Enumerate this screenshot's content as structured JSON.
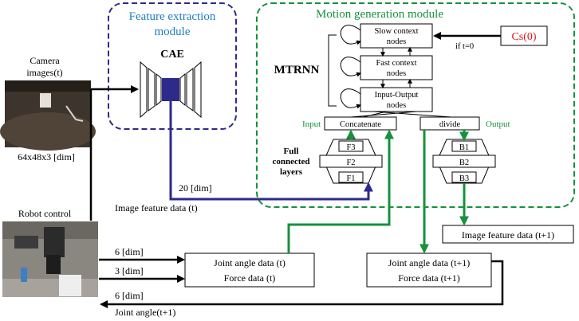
{
  "colors": {
    "feature_module_border": "#2e2a8c",
    "motion_module_border": "#16913c",
    "module_title_blue": "#1f7fbf",
    "module_title_green": "#16913c",
    "green_arrow": "#16913c",
    "blue_arrow": "#2e2a8c",
    "cs_text": "#e0161b"
  },
  "feature_module": {
    "title_line1": "Feature extraction",
    "title_line2": "module",
    "cae_label": "CAE"
  },
  "motion_module": {
    "title": "Motion generation module",
    "mtrnn_label": "MTRNN",
    "slow_line1": "Slow context",
    "slow_line2": "nodes",
    "fast_line1": "Fast context",
    "fast_line2": "nodes",
    "io_line1": "Input-Output",
    "io_line2": "nodes",
    "cs_label": "Cs(0)",
    "if_label": "if t=0",
    "input_label": "Input",
    "output_label": "Output",
    "concatenate": "Concatenate",
    "divide": "divide",
    "fc_line1": "Full",
    "fc_line2": "connected",
    "fc_line3": "layers",
    "f_layers": [
      "F3",
      "F2",
      "F1"
    ],
    "b_layers": [
      "B1",
      "B2",
      "B3"
    ]
  },
  "camera": {
    "label_line1": "Camera",
    "label_line2": "images(t)",
    "dim": "64x48x3 [dim]"
  },
  "robot": {
    "label": "Robot control"
  },
  "flows": {
    "image_dim": "20 [dim]",
    "image_feature_t": "Image feature data (t)",
    "joint_dim": "6 [dim]",
    "force_dim": "3 [dim]",
    "joint_t": "Joint angle data (t)",
    "force_t": "Force data (t)",
    "joint_t1": "Joint angle data (t+1)",
    "force_t1": "Force data (t+1)",
    "image_feature_t1": "Image feature data (t+1)",
    "return_dim": "6 [dim]",
    "return_label": "Joint angle(t+1)"
  }
}
